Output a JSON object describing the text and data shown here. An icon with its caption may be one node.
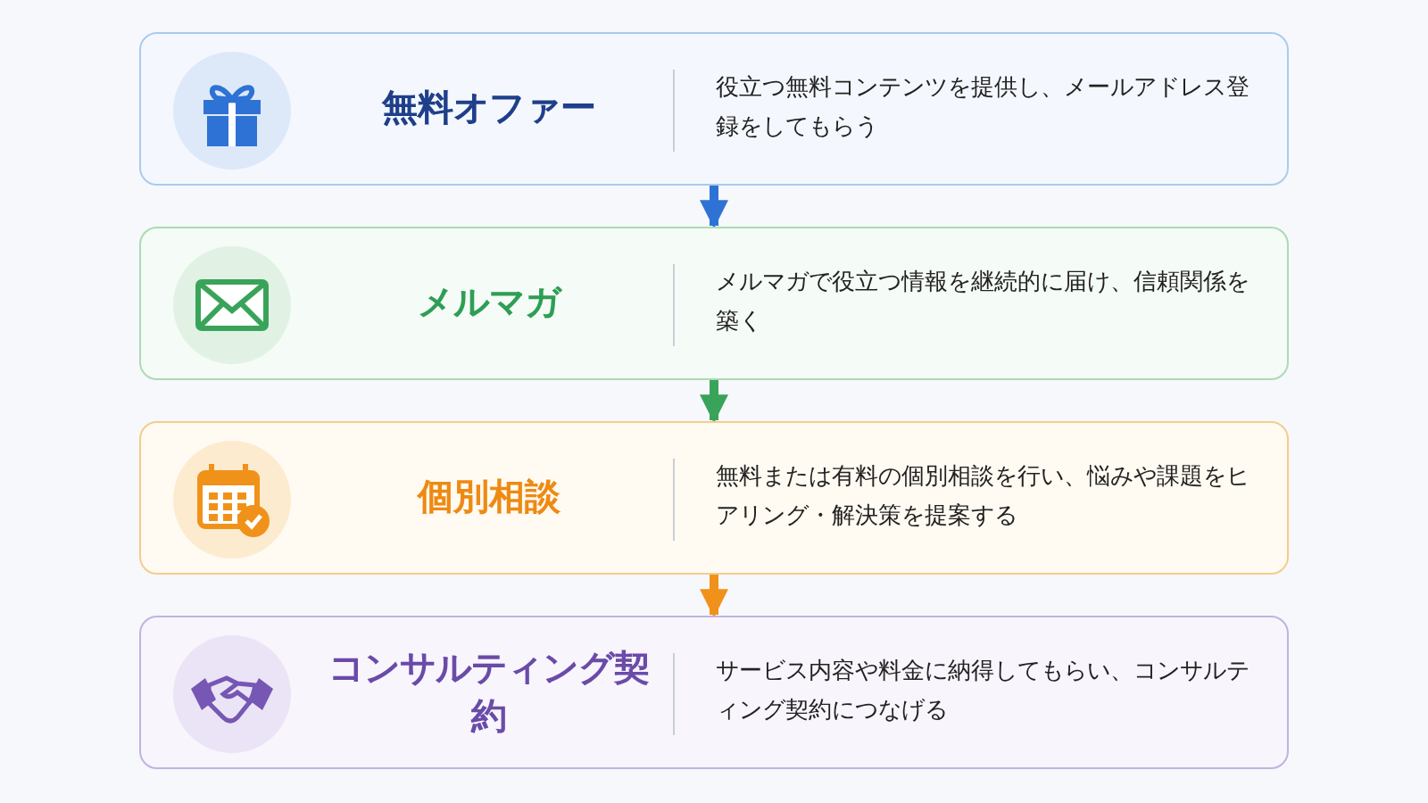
{
  "diagram": {
    "nodes": [
      {
        "text": [
          "無料オファー",
          "役立つ無料コンテンツを提供し、メールアドレス登録をしてもらう"
        ]
      },
      {
        "text": [
          "メルマガ",
          "メルマガで役立つ情報を継続的に届け、信頼関係を築く"
        ]
      },
      {
        "text": [
          "個別相談",
          "無料または有料の個別相談を行い、悩みや課題をヒアリング・解決策を提案する"
        ]
      },
      {
        "text": [
          "コンサルティング契約",
          "サービス内容や料金に納得してもらい、コンサルティング契約につなげる"
        ]
      }
    ],
    "edges": [
      {
        "from": 0,
        "to": 1,
        "arrow": "to",
        "color": "#2f72d6"
      },
      {
        "from": 1,
        "to": 2,
        "arrow": "to",
        "color": "#3aa35a"
      },
      {
        "from": 2,
        "to": 3,
        "arrow": "to",
        "color": "#f0921a"
      }
    ]
  }
}
